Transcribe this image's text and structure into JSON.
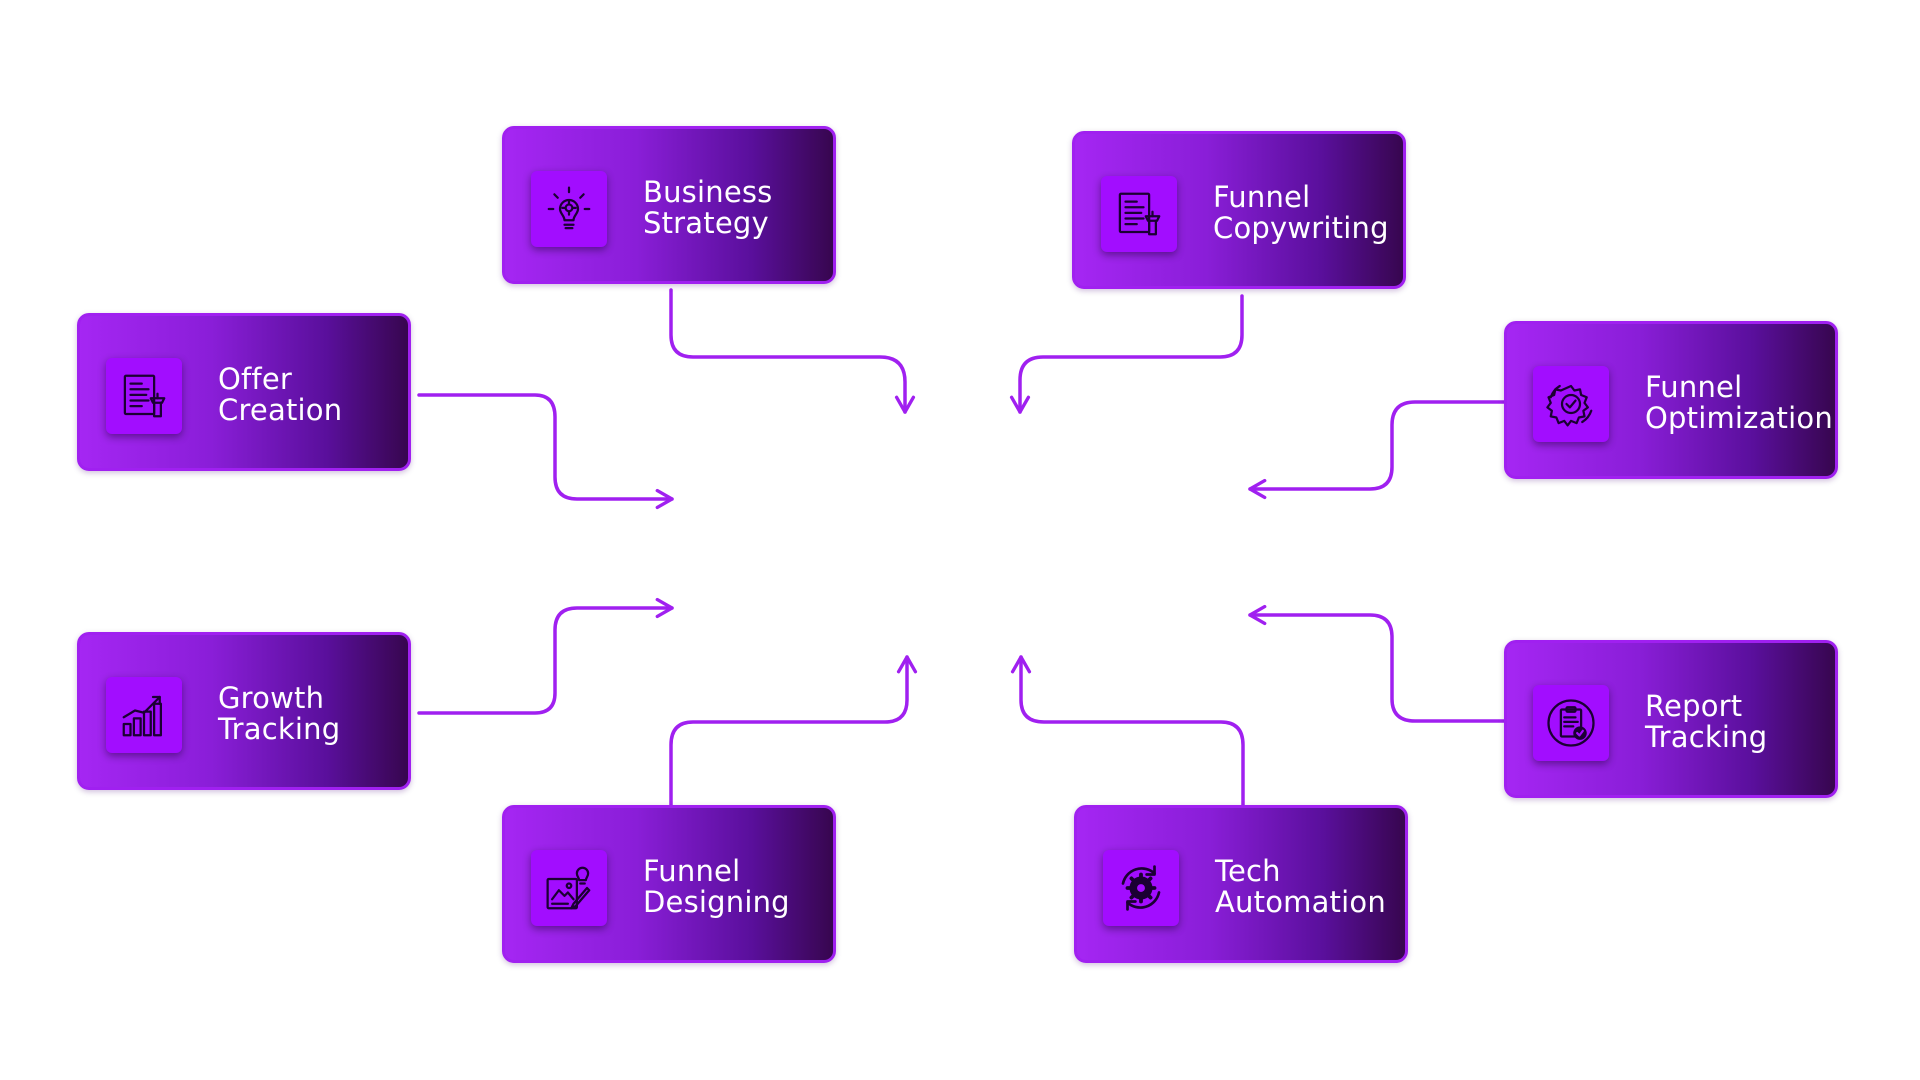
{
  "diagram": {
    "accent_color": "#a020f0",
    "card_gradient": [
      "#a526f3",
      "#37064f"
    ],
    "nodes": [
      {
        "id": "business-strategy",
        "line1": "Business",
        "line2": "Strategy",
        "icon": "lightbulb-gear-icon"
      },
      {
        "id": "funnel-copywriting",
        "line1": "Funnel",
        "line2": "Copywriting",
        "icon": "document-pen-icon"
      },
      {
        "id": "offer-creation",
        "line1": "Offer",
        "line2": "Creation",
        "icon": "document-pen-icon"
      },
      {
        "id": "funnel-optimization",
        "line1": "Funnel",
        "line2": "Optimization",
        "icon": "gear-check-icon"
      },
      {
        "id": "growth-tracking",
        "line1": "Growth",
        "line2": "Tracking",
        "icon": "growth-chart-icon"
      },
      {
        "id": "report-tracking",
        "line1": "Report",
        "line2": "Tracking",
        "icon": "clipboard-check-icon"
      },
      {
        "id": "funnel-designing",
        "line1": "Funnel",
        "line2": "Designing",
        "icon": "design-board-icon"
      },
      {
        "id": "tech-automation",
        "line1": "Tech",
        "line2": "Automation",
        "icon": "gear-cycle-icon"
      }
    ]
  }
}
